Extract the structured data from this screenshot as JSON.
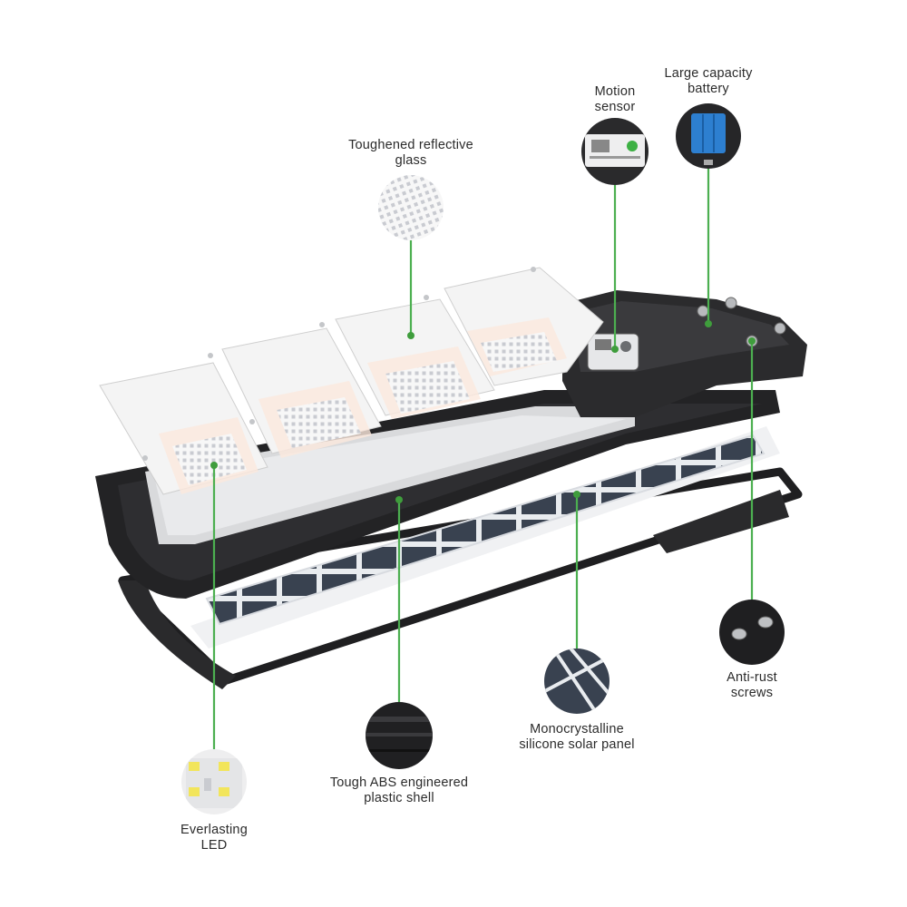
{
  "colors": {
    "leader": "#4caf50",
    "leader_dot": "#3f9d3c",
    "shell": "#2b2b2d",
    "shell_dark": "#1c1c1e",
    "panel_cell": "#2f3640",
    "glass": "#f2f2f2"
  },
  "callouts": [
    {
      "id": "glass",
      "lines": [
        "Toughened reflective",
        "glass"
      ],
      "icon": "glass-detail-icon"
    },
    {
      "id": "motion",
      "lines": [
        "Motion",
        "sensor"
      ],
      "icon": "motion-sensor-icon"
    },
    {
      "id": "battery",
      "lines": [
        "Large capacity",
        "battery"
      ],
      "icon": "battery-icon"
    },
    {
      "id": "screws",
      "lines": [
        "Anti-rust",
        "screws"
      ],
      "icon": "screws-icon"
    },
    {
      "id": "solar",
      "lines": [
        "Monocrystalline",
        "silicone solar panel"
      ],
      "icon": "solar-cell-icon"
    },
    {
      "id": "shell",
      "lines": [
        "Tough ABS engineered",
        "plastic shell"
      ],
      "icon": "abs-shell-icon"
    },
    {
      "id": "led",
      "lines": [
        "Everlasting",
        "LED"
      ],
      "icon": "led-chip-icon"
    }
  ]
}
